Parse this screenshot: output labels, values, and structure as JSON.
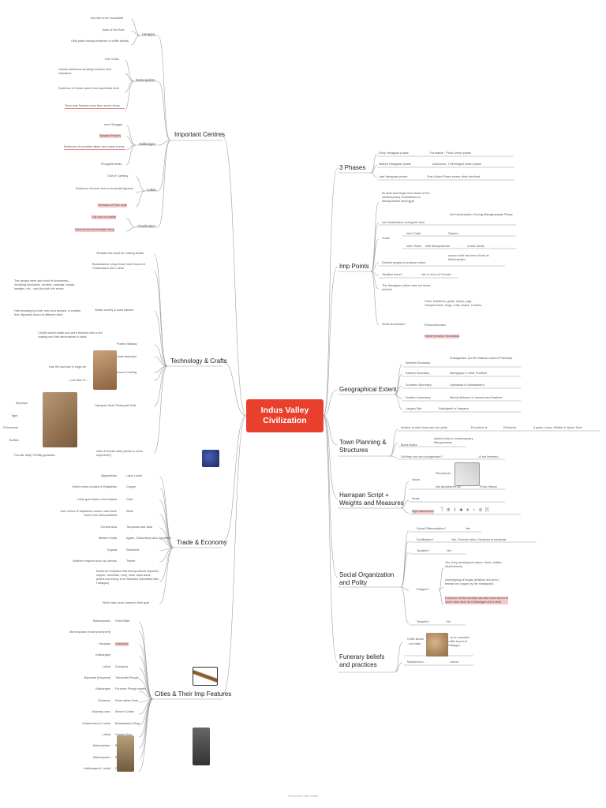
{
  "center": {
    "title": "Indus Valley Civilization"
  },
  "footer": "Presented with xmind",
  "important_centres": {
    "title": "Important Centres",
    "harappa": {
      "label": "Harappa",
      "items": [
        "first site to be excavated",
        "bank of the Ravi",
        "Only place having evidence of coffin burials"
      ]
    },
    "mohenjodaro": {
      "label": "Mohenjodaro",
      "items": [
        "river Indus",
        "Human skeletons showing invasion and massacre",
        "Evidence of Horse came from superficial level",
        "Town was flooded more than seven times"
      ]
    },
    "kalibangan": {
      "label": "Kalibangan",
      "items": [
        "river Ghaggar",
        "Bangles Factory",
        "Evidence of wood/fire altars and camel bones",
        "Ploughed fields"
      ]
    },
    "lothal": {
      "label": "Lothal",
      "items": [
        "Gulf of Cambay",
        "Evidence of horse from a terracotta figurine",
        "Remains of Rice husk"
      ]
    },
    "chanhudaro": {
      "label": "Chanhudaro",
      "items": [
        "City has no citadel",
        "Famous for bead-maker shop"
      ]
    }
  },
  "technology": {
    "title": "Technology & Crafts",
    "items": [
      "Steatite was used for making beads",
      "Beadmakers' shops have been found at Chanhudaro and Lothal",
      "Statue worthy & used fashion",
      "The people were also fond of ornaments – including necklaces, armlets, earrings, beads, bangles, etc., used by both the sexes",
      "Hair dressing by both, men and women, is evident from figurines found at different sites",
      "Pottery Making",
      "Chiefly wheel made and were finished with a red coating and had decorations in black",
      "Frame depiction",
      "Use the lost wax in huge art",
      "Bronze Casting",
      "Lost Wax Te...",
      "Harrapan Seal/ Pashupati Seal",
      "Elephant",
      "Tiger",
      "Rhinoceros",
      "Buffalo",
      "Female deity: Fertility goddess",
      "male & female deity (which is more important?)"
    ]
  },
  "trade": {
    "title": "Trade & Economy",
    "rows": [
      [
        "Afghanistan",
        "Lapis Lazuli"
      ],
      [
        "Khetri mines located in Rajasthan",
        "Copper"
      ],
      [
        "Kolar gold fields of Karnataka",
        "Gold"
      ],
      [
        "Iran/ mines of Rajasthan and/or must have come from Mesopotamia",
        "Silver"
      ],
      [
        "Central Asia",
        "Turquoise and Jade"
      ],
      [
        "Western India",
        "Agate, Chalcedony and Carnelian"
      ],
      [
        "Gujarat",
        "Seashells"
      ],
      [
        "Northern regions such as Jammu",
        "Timber"
      ]
    ],
    "notes": [
      "Evidence indicates that Mesopotamia imported copper, carnelian, ivory, shell, lapis lazuli, pearls and ebony from Meluhha (identified with Harappa)",
      "Silver was more common than gold"
    ]
  },
  "cities": {
    "title": "Cities & Their Imp Features",
    "rows": [
      [
        "Mohenjodaro",
        "Great Bath"
      ],
      [
        "Mohenjodaro (most prominent)",
        ""
      ],
      [
        "Harappa",
        "Granaries"
      ],
      [
        "Kalibangan",
        ""
      ],
      [
        "Lothal",
        "Dockyard"
      ],
      [
        "Banawali (Haryana)",
        "Terracotta Plough"
      ],
      [
        "Kalibangan",
        "Furrows/ Plough marks"
      ],
      [
        "Dholavira",
        "Parts within Forts"
      ],
      [
        "Mohenjo-daro",
        "Woven Cotton"
      ],
      [
        "Chanhudaro & Lothal",
        "Beadmakers Shop"
      ],
      [
        "Lothal",
        "Copper Dog"
      ],
      [
        "Mohenjodaro",
        "Bronze D..."
      ],
      [
        "Mohenjodaro",
        "Br..."
      ],
      [
        "Kalibangan & Lothal",
        "Fi..."
      ]
    ]
  },
  "phases": {
    "title": "3 Phases",
    "rows": [
      [
        "Early Harappan phase",
        "Formative - Proto Urban phase"
      ],
      [
        "Mature Harappan phase",
        "Advanced - Full fledged urban phase"
      ],
      [
        "Late Harappan phase",
        "Post Urban Phase where cities declined"
      ]
    ]
  },
  "imp_points": {
    "title": "Imp Points",
    "items": [
      "Its area was larger than those of the contemporary Civilizations of Mesopotamia and Egypt",
      "1st Urbanisation during this time",
      "2nd Urbanisation: During Mahajanpadas Phase",
      "Trade",
      "Intra Trade:",
      "System",
      "Inter-Trade:",
      "with Mesopotamia",
      "Cross/ Seals",
      "Earliest people to produce cotton",
      "woven cloth has been found at Mohenjodaro",
      "Taxation there?",
      "Yes In form of Cereals",
      "The Harappan culture was not horse-centred",
      "What all animals?",
      "Oxen, buffaloes, goats, sheep, pigs, Humped Bulls, Dogs, Cats, Asses, Camels,",
      "Rhinoceros also",
      "Horse remains: Surkotada"
    ]
  },
  "geo": {
    "title": "Geographical Extent",
    "rows": [
      [
        "Western Boundary",
        "Sutkagendor (on the Makran coast of Pakistan)"
      ],
      [
        "Eastern Boundary",
        "Alamgirpur in Uttar Pradesh"
      ],
      [
        "Southern Boundary",
        "Daimabad in Maharashtra"
      ],
      [
        "Northern boundary",
        "Manda Akhnoor in Jammu and Kashmir"
      ],
      [
        "Largest Site",
        "Rakhigarhi in Haryana"
      ]
    ]
  },
  "town": {
    "title": "Town Planning & Structures",
    "items": [
      "division of each town into two parts",
      "Exception is",
      "Dholavira",
      "3 parts: Lower, Middle & Upper Town",
      "Burnt Bricks",
      "baked bricks in contemporary Mesopotamia",
      "Did they use iron ploughshare?",
      "...ill not invented"
    ]
  },
  "script": {
    "title": "Harrapan Script + Weights and Measures",
    "items": [
      "Script",
      "Pictorial (in...",
      "Not deciphered yet",
      "Proto History",
      "Seals",
      "Sign based from"
    ]
  },
  "social": {
    "title": "Social Organization and Polity",
    "items": [
      "Social Differentiation?",
      "Yes",
      "Fortification?",
      "Yes, Several cities, Dholavira in particular",
      "Taxation?",
      "Yes",
      "Religion?",
      "Yes, they worshipped nature, trees, deities, etc(Animism)",
      "worshipping of lingas (phallus) and yoni ( female sex organ) by the Harappans",
      "Evidence of fire worship has also been found at some sites such as Kalibangan and Lothal",
      "Temples?",
      "No"
    ]
  },
  "funerary": {
    "title": "Funerary beliefs and practices",
    "items": [
      "Coffin Burial",
      "...ly in a wooden coffin found at Harappa",
      "...ed male - ",
      "Multiple buri...",
      "...bence"
    ]
  },
  "colors": {
    "center": "#e8402c",
    "line": "#9e9e9e",
    "highlight": "#f6c7c7"
  }
}
